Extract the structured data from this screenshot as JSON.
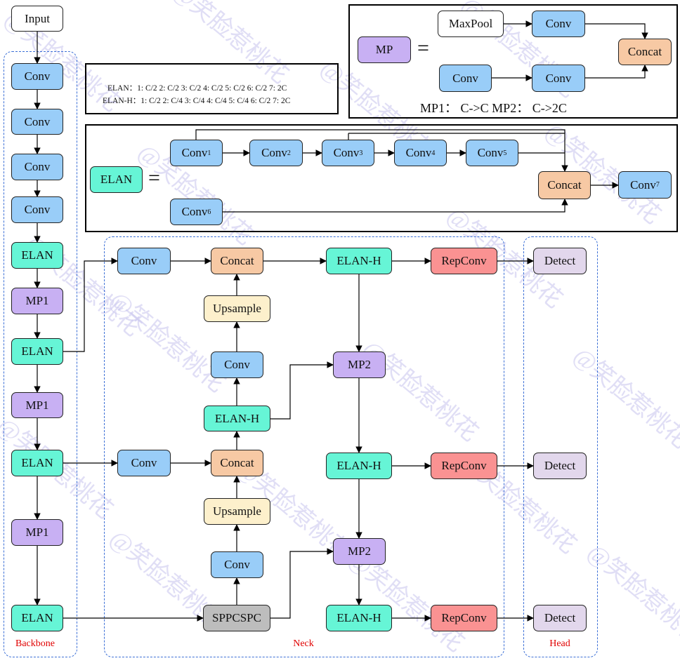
{
  "labels": {
    "input": "Input",
    "conv": "Conv",
    "elan": "ELAN",
    "elan_h": "ELAN-H",
    "mp": "MP",
    "mp1": "MP1",
    "mp2": "MP2",
    "concat": "Concat",
    "upsample": "Upsample",
    "repconv": "RepConv",
    "detect": "Detect",
    "sppcspc": "SPPCSPC",
    "maxpool": "MaxPool",
    "conv1": "Conv",
    "conv2": "Conv",
    "conv3": "Conv",
    "conv4": "Conv",
    "conv5": "Conv",
    "conv6": "Conv",
    "conv7": "Conv",
    "sub1": "1",
    "sub2": "2",
    "sub3": "3",
    "sub4": "4",
    "sub5": "5",
    "sub6": "6",
    "sub7": "7"
  },
  "regions": {
    "backbone": "Backbone",
    "neck": "Neck",
    "head": "Head"
  },
  "notes": {
    "elan_line": "ELAN：1: C/2 2: C/2 3: C/2 4: C/2 5: C/2 6: C/2 7: 2C",
    "elanh_line": "ELAN-H：1: C/2 2: C/4 3: C/4 4: C/4 5: C/4 6: C/2 7: 2C",
    "mp_line": "MP1： C->C MP2： C->2C",
    "equals": "="
  },
  "watermark": "@笑脸惹桃花",
  "colors": {
    "conv": "#99cdf8",
    "elan": "#66f5d6",
    "mp": "#c8b0f3",
    "concat": "#f7c9a4",
    "upsample": "#fdf0cc",
    "repconv": "#fa9292",
    "detect": "#e2d7ec",
    "sppcspc": "#bdbdbd",
    "region_border": "#3b6fd6",
    "region_label": "#e00000"
  }
}
